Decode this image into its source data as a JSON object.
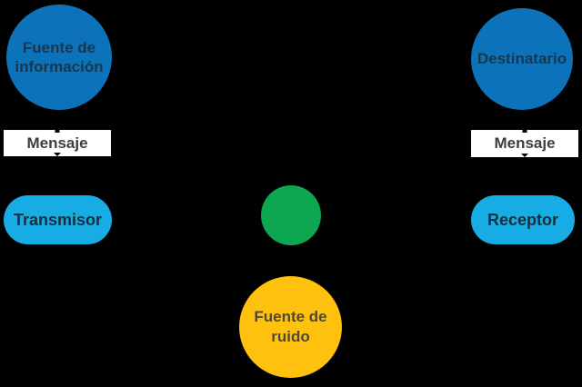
{
  "colors": {
    "background": "#000000",
    "dark_blue": "#0c72ba",
    "light_blue": "#17ace4",
    "green": "#0ca750",
    "yellow": "#fec20e",
    "white": "#ffffff",
    "dark_blue_text": "#17374e",
    "light_blue_text": "#15303f",
    "message_text": "#3d3d3d",
    "yellow_text": "#4e4933"
  },
  "nodes": {
    "fuente_informacion": {
      "label": "Fuente de información"
    },
    "mensaje_left": {
      "label": "Mensaje"
    },
    "transmisor": {
      "label": "Transmisor"
    },
    "senal": {
      "label": ""
    },
    "fuente_ruido": {
      "label": "Fuente de ruido"
    },
    "destinatario": {
      "label": "Destinatario"
    },
    "mensaje_right": {
      "label": "Mensaje"
    },
    "receptor": {
      "label": "Receptor"
    }
  }
}
